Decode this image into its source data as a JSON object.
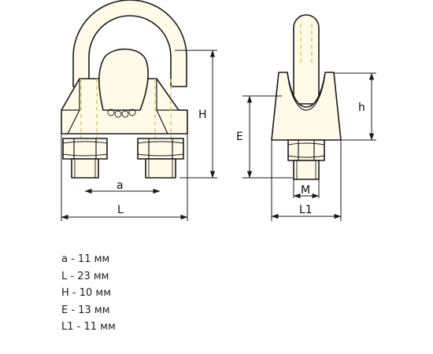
{
  "dimension_labels": {
    "a": "a",
    "L": "L",
    "H": "H",
    "E": "E",
    "h": "h",
    "M": "M",
    "L1": "L1"
  },
  "specs": [
    "a - 11 мм",
    "L - 23 мм",
    "H - 10 мм",
    "E - 13 мм",
    "L1 - 11 мм"
  ],
  "colors": {
    "part_fill": "#fffbe8",
    "hidden_line": "#d8c75a",
    "outline": "#1a1a1a"
  }
}
